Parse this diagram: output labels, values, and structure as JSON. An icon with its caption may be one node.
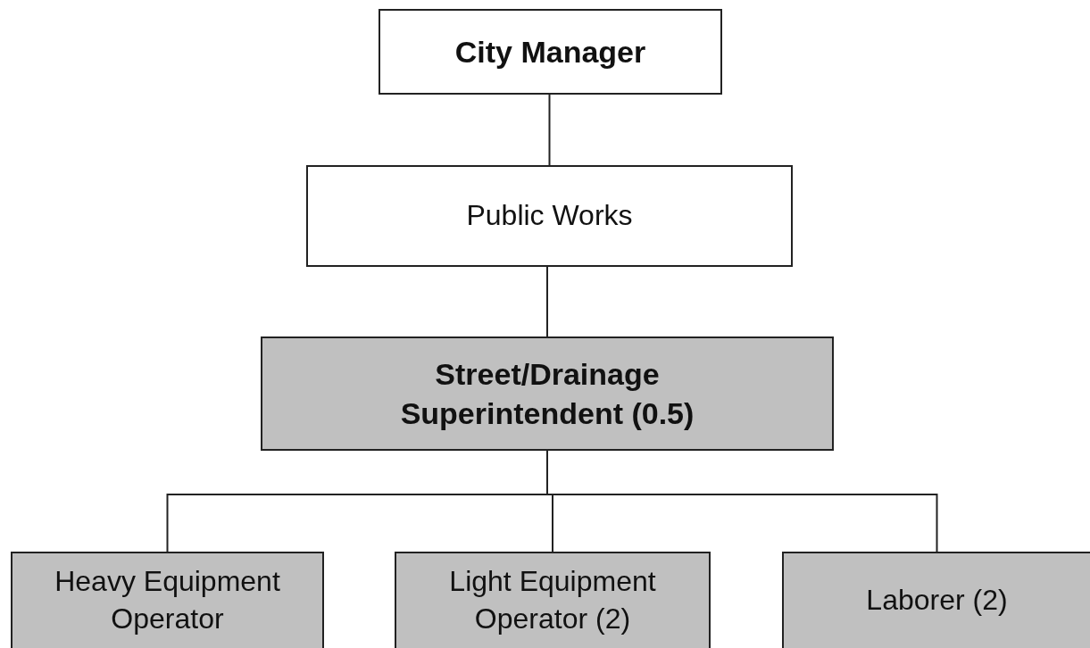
{
  "diagram": {
    "nodes": [
      {
        "text": [
          "City Manager"
        ]
      },
      {
        "text": [
          "Public Works"
        ]
      },
      {
        "text": [
          "Street/Drainage Superintendent (0.5)"
        ]
      },
      {
        "text": [
          "Heavy Equipment Operator"
        ]
      },
      {
        "text": [
          "Light Equipment Operator (2)"
        ]
      },
      {
        "text": [
          "Laborer (2)"
        ]
      }
    ],
    "edges": [
      {
        "from": 0,
        "to": 1,
        "arrow": "none"
      },
      {
        "from": 1,
        "to": 2,
        "arrow": "none"
      },
      {
        "from": 2,
        "to": 3,
        "arrow": "none"
      },
      {
        "from": 2,
        "to": 4,
        "arrow": "none"
      },
      {
        "from": 2,
        "to": 5,
        "arrow": "none"
      }
    ]
  }
}
